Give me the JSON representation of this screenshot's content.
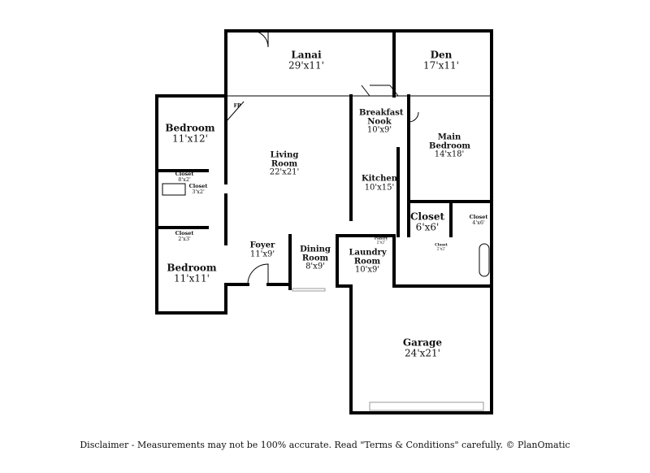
{
  "rooms": [
    {
      "name": "Lanai",
      "dims": "29'x11'"
    },
    {
      "name": "Den",
      "dims": "17'x11'"
    },
    {
      "name": "Bedroom",
      "dims": "11'x12'"
    },
    {
      "name": "Living Room",
      "dims": "22'x21'"
    },
    {
      "name": "Breakfast Nook",
      "dims": "10'x9'"
    },
    {
      "name": "Main Bedroom",
      "dims": "14'x18'"
    },
    {
      "name": "Kitchen",
      "dims": "10'x15'"
    },
    {
      "name": "Closet",
      "dims": "8'x2'"
    },
    {
      "name": "Closet",
      "dims": "3'x2'"
    },
    {
      "name": "Closet",
      "dims": "6'x6'"
    },
    {
      "name": "Closet",
      "dims": "4'x6'"
    },
    {
      "name": "Closet",
      "dims": "2'x3'"
    },
    {
      "name": "Foyer",
      "dims": "11'x9'"
    },
    {
      "name": "Dining Room",
      "dims": "8'x9'"
    },
    {
      "name": "Laundry Room",
      "dims": "10'x9'"
    },
    {
      "name": "Pantry",
      "dims": "2'x2'"
    },
    {
      "name": "Closet",
      "dims": "2'x2'"
    },
    {
      "name": "Bedroom",
      "dims": "11'x11'"
    },
    {
      "name": "Garage",
      "dims": "24'x21'"
    }
  ],
  "fireplace_label": "FP",
  "disclaimer": "Disclaimer - Measurements may not be 100% accurate. Read \"Terms & Conditions\" carefully. © PlanOmatic"
}
